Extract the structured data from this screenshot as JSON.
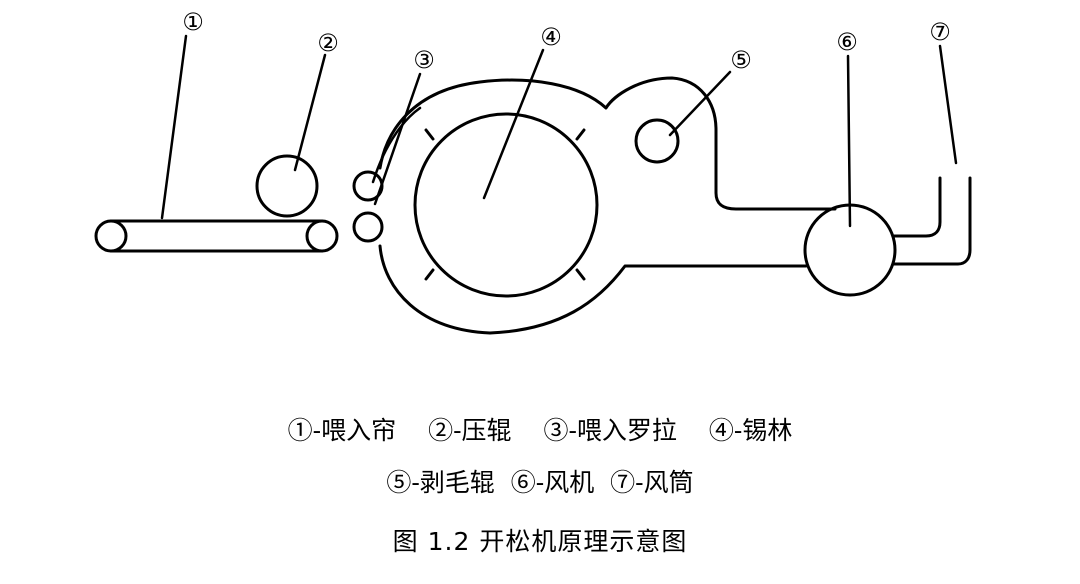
{
  "diagram": {
    "markers": [
      "①",
      "②",
      "③",
      "④",
      "⑤",
      "⑥",
      "⑦"
    ]
  },
  "legend": {
    "line1": [
      "①-喂入帘",
      "②-压辊",
      "③-喂入罗拉",
      "④-锡林"
    ],
    "line2": [
      "⑤-剥毛辊",
      "⑥-风机",
      "⑦-风筒"
    ]
  },
  "caption": "图 1.2  开松机原理示意图"
}
